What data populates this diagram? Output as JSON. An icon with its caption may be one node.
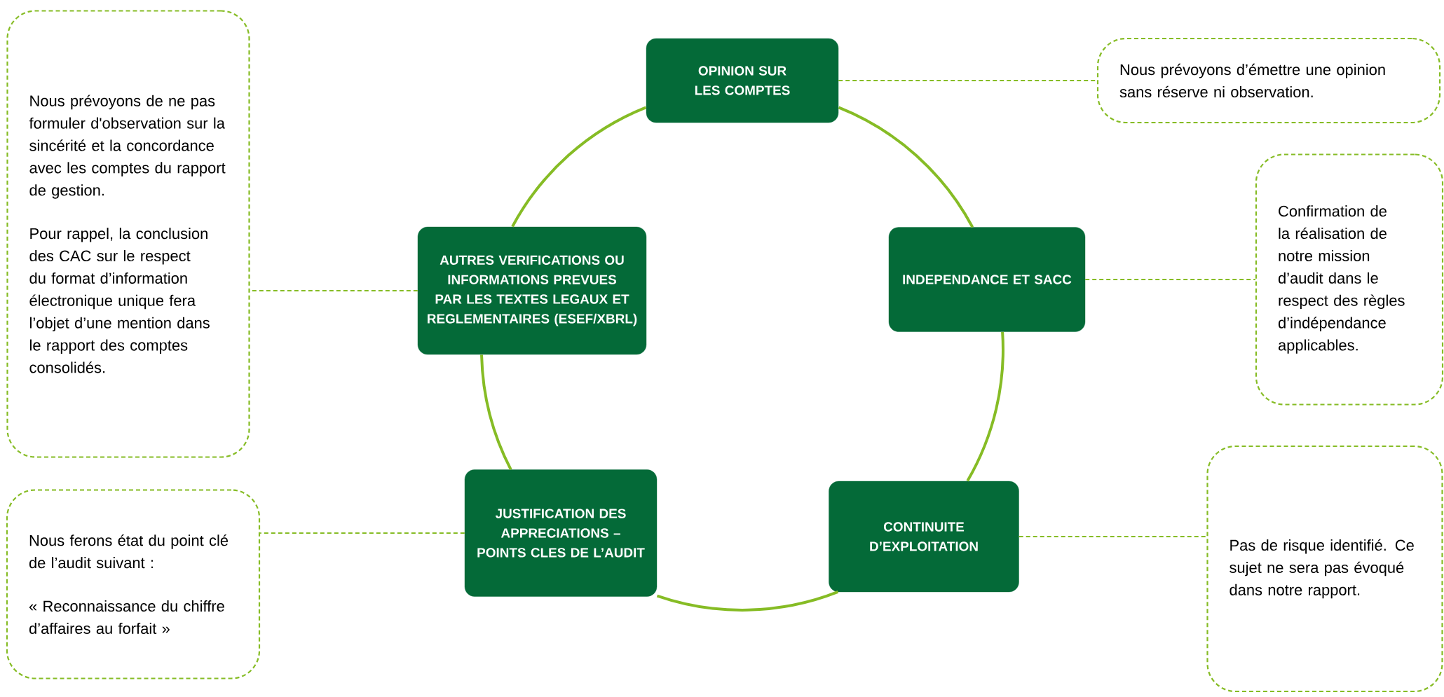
{
  "diagram": {
    "nodes": [
      {
        "text": [
          "Nous prévoyons de ne pas formuler d'observation sur la sincérité et la concordance avec les comptes du rapport de gestion.",
          "Pour rappel, la conclusion des CAC sur le respect du format d’information électronique unique fera l’objet d’une mention dans le rapport des comptes consolidés."
        ]
      },
      {
        "text": [
          "OPINION SUR LES COMPTES"
        ]
      },
      {
        "text": [
          "Nous prévoyons d’émettre une opinion sans réserve ni observation."
        ]
      },
      {
        "text": [
          "AUTRES VERIFICATIONS OU INFORMATIONS PREVUES PAR LES TEXTES LEGAUX ET REGLEMENTAIRES (ESEF/XBRL)"
        ]
      },
      {
        "text": [
          "INDEPENDANCE ET SACC"
        ]
      },
      {
        "text": [
          "Confirmation de la réalisation de notre mission d’audit dans le respect des règles d’indépendance applicables."
        ]
      },
      {
        "text": [
          "JUSTIFICATION DES APPRECIATIONS – POINTS CLES DE L’AUDIT"
        ]
      },
      {
        "text": [
          "Nous ferons état du point clé de l’audit suivant :",
          "« Reconnaissance du chiffre d’affaires au forfait »"
        ]
      },
      {
        "text": [
          "CONTINUITE D’EXPLOITATION"
        ]
      },
      {
        "text": [
          "Pas de risque identifié. Ce sujet ne sera pas évoqué dans notre rapport."
        ]
      }
    ],
    "edges": [
      {
        "from": 1,
        "to": 4,
        "arrow": "none"
      },
      {
        "from": 4,
        "to": 8,
        "arrow": "none"
      },
      {
        "from": 8,
        "to": 6,
        "arrow": "none"
      },
      {
        "from": 6,
        "to": 3,
        "arrow": "none"
      },
      {
        "from": 3,
        "to": 1,
        "arrow": "none"
      },
      {
        "from": 1,
        "to": 2,
        "arrow": "none",
        "style": "dashed"
      },
      {
        "from": 4,
        "to": 5,
        "arrow": "none",
        "style": "dashed"
      },
      {
        "from": 8,
        "to": 9,
        "arrow": "none",
        "style": "dashed"
      },
      {
        "from": 6,
        "to": 7,
        "arrow": "none",
        "style": "dashed"
      },
      {
        "from": 3,
        "to": 0,
        "arrow": "none",
        "style": "dashed"
      }
    ]
  }
}
